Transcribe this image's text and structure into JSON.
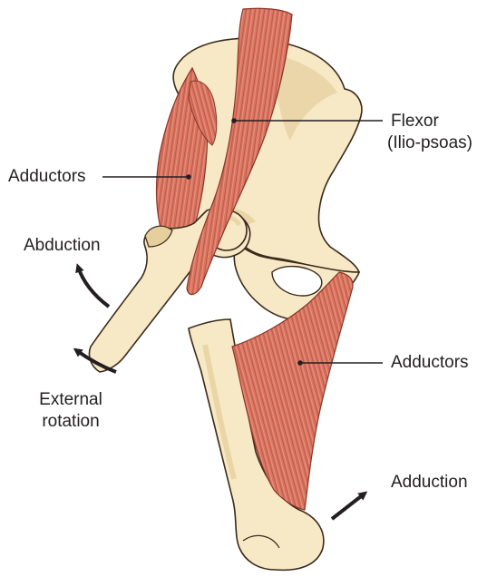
{
  "labels": {
    "flexor_line1": "Flexor",
    "flexor_line2": "(Ilio-psoas)",
    "adductors_upper": "Adductors",
    "abduction": "Abduction",
    "external_rotation_line1": "External",
    "external_rotation_line2": "rotation",
    "adductors_lower": "Adductors",
    "adduction": "Adduction"
  },
  "colors": {
    "bone_fill": "#f7e8c6",
    "bone_outline": "#3a2a1a",
    "bone_shade": "#e6cf9e",
    "muscle_fill": "#d97460",
    "muscle_fiber": "#b24a3a",
    "muscle_light": "#eba08c",
    "leader_line": "#231f20",
    "arrow": "#231f20",
    "text": "#231f20"
  }
}
